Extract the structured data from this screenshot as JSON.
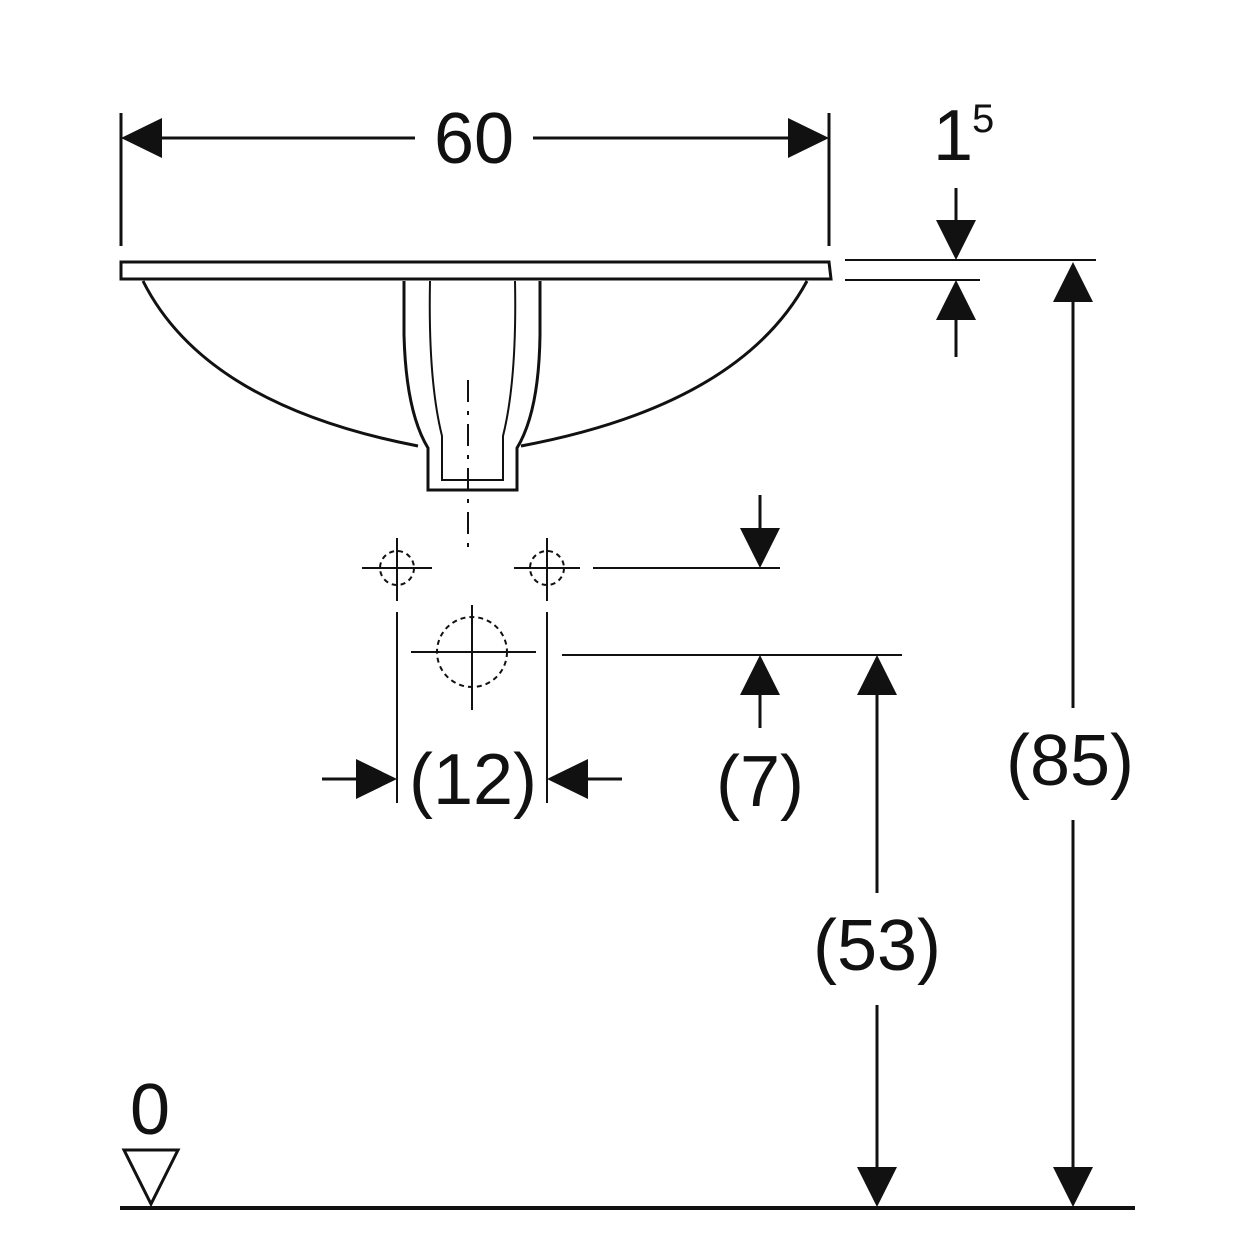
{
  "drawing": {
    "width_label": "60",
    "rim_thickness_label_base": "1",
    "rim_thickness_label_sup": "5",
    "tap_spacing_label": "(12)",
    "tap_offset_label": "(7)",
    "drain_height_label": "(53)",
    "rim_height_label": "(85)",
    "floor_reference_label": "0",
    "line_color": "#111111",
    "background_color": "#ffffff"
  }
}
